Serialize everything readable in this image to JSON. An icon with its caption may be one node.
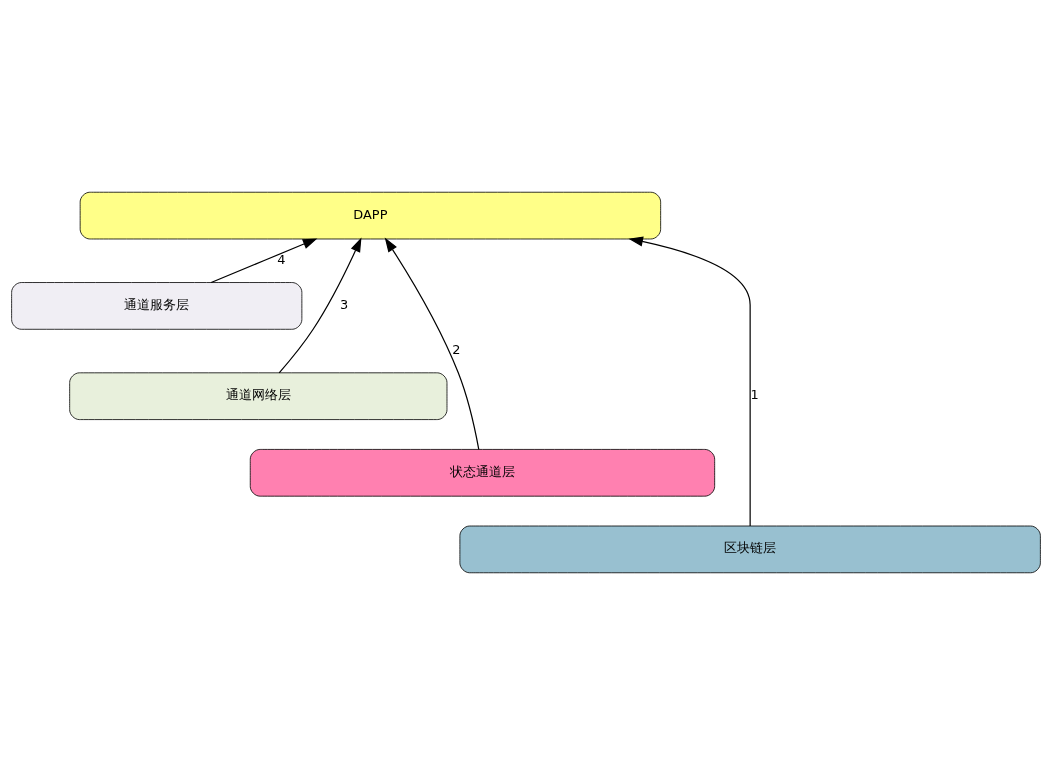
{
  "diagram": {
    "nodes": [
      {
        "text": [
          "DAPP"
        ]
      },
      {
        "text": [
          "通道服务层"
        ]
      },
      {
        "text": [
          "通道网络层"
        ]
      },
      {
        "text": [
          "状态通道层"
        ]
      },
      {
        "text": [
          "区块链层"
        ]
      }
    ],
    "edges": [
      {
        "from": 4,
        "to": 0,
        "arrow": "to",
        "label": "1"
      },
      {
        "from": 3,
        "to": 0,
        "arrow": "to",
        "label": "2"
      },
      {
        "from": 2,
        "to": 0,
        "arrow": "to",
        "label": "3"
      },
      {
        "from": 1,
        "to": 0,
        "arrow": "to",
        "label": "4"
      }
    ]
  }
}
